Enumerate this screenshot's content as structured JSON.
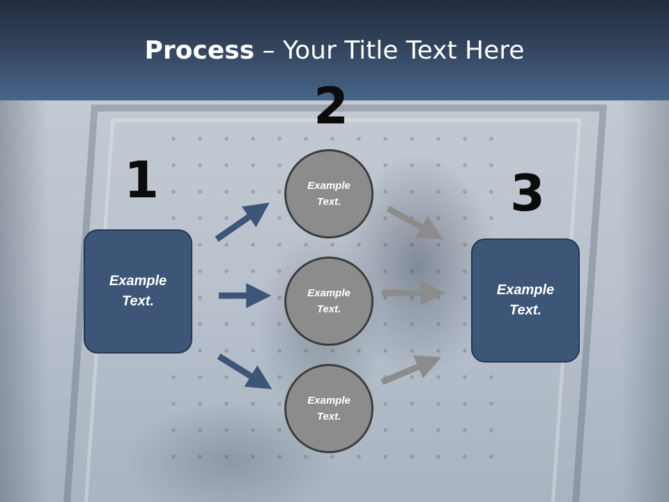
{
  "title": {
    "bold": "Process",
    "rest": " – Your Title Text Here"
  },
  "steps": [
    {
      "number": "1"
    },
    {
      "number": "2"
    },
    {
      "number": "3"
    }
  ],
  "left_box": {
    "line1": "Example",
    "line2": "Text."
  },
  "right_box": {
    "line1": "Example",
    "line2": "Text."
  },
  "circles": [
    {
      "line1": "Example",
      "line2": "Text."
    },
    {
      "line1": "Example",
      "line2": "Text."
    },
    {
      "line1": "Example",
      "line2": "Text."
    }
  ],
  "colors": {
    "box_fill": "#3d5677",
    "circle_fill": "#8c8c8c",
    "arrow_in": "#3d5677",
    "arrow_out": "#8c8c8c"
  }
}
